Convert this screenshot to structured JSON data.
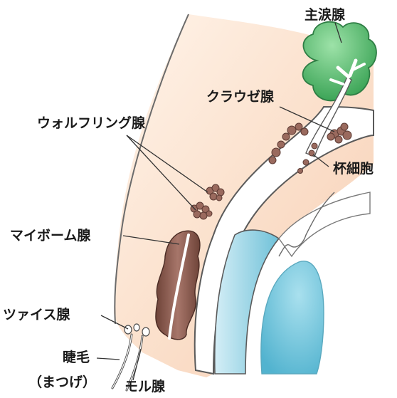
{
  "labels": {
    "main_lacrimal": "主涙腺",
    "krause": "クラウゼ腺",
    "wolfring": "ウォルフリング腺",
    "goblet": "杯細胞",
    "meibomian": "マイボーム腺",
    "zeis": "ツァイス腺",
    "eyelash": "睫毛",
    "eyelash_kana": "（まつげ）",
    "moll": "モル腺"
  },
  "colors": {
    "lid_skin": "#f8dcc6",
    "conjunctiva": "#ffffff",
    "gland_brown": "#8b5a4e",
    "lacrimal_green": "#3fae5a",
    "cornea_blue": "#7ec9dc",
    "outline": "#4a4a4a"
  }
}
